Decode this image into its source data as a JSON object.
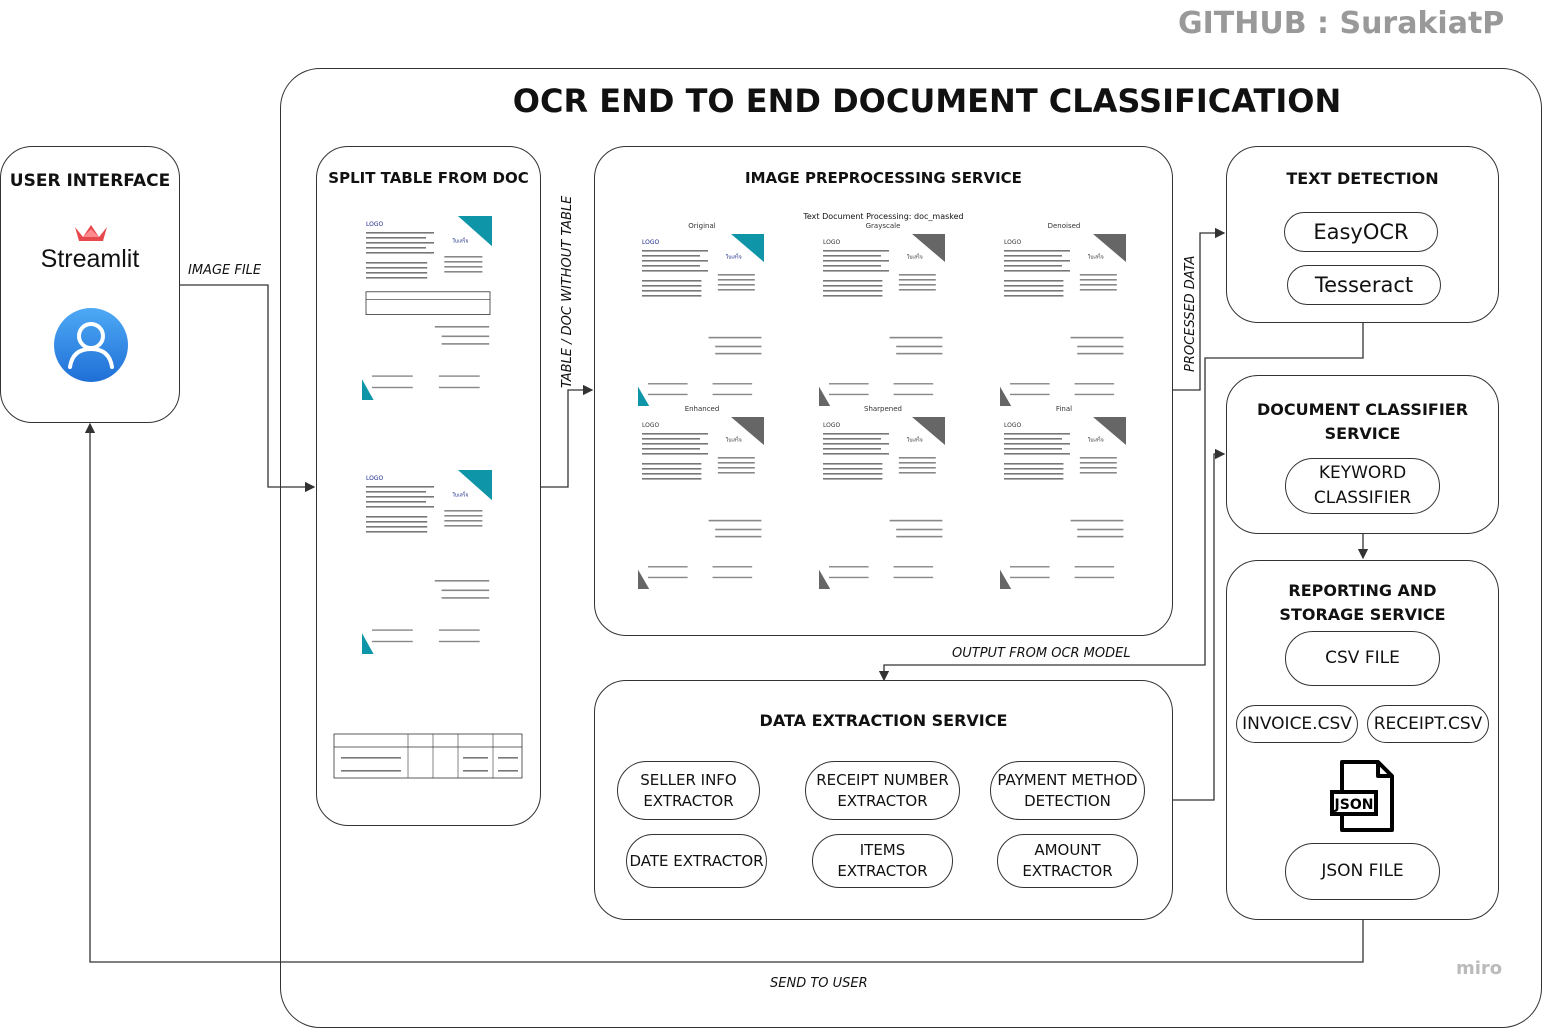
{
  "github_label": "GITHUB : SurakiatP",
  "main_title": "OCR END TO END DOCUMENT CLASSIFICATION",
  "watermark": "miro",
  "user_interface": {
    "title": "USER INTERFACE",
    "app_name": "Streamlit",
    "icons": [
      "streamlit-crown-icon",
      "user-avatar-icon"
    ]
  },
  "split_table": {
    "title": "SPLIT TABLE FROM DOC",
    "doc_logo": "LOGO",
    "doc_brand": "ใบเสร็จ"
  },
  "preprocessing": {
    "title": "IMAGE PREPROCESSING SERVICE",
    "figure_title": "Text Document Processing: doc_masked",
    "panels": [
      "Original",
      "Grayscale",
      "Denoised",
      "Enhanced",
      "Sharpened",
      "Final"
    ],
    "doc_logo": "LOGO",
    "doc_brand": "ใบเสร็จ"
  },
  "text_detection": {
    "title": "TEXT DETECTION",
    "engines": [
      "EasyOCR",
      "Tesseract"
    ]
  },
  "classifier": {
    "title": "DOCUMENT CLASSIFIER\nSERVICE",
    "module": "KEYWORD\nCLASSIFIER"
  },
  "reporting": {
    "title": "REPORTING AND\nSTORAGE SERVICE",
    "csv": "CSV FILE",
    "invoice_csv": "INVOICE.CSV",
    "receipt_csv": "RECEIPT.CSV",
    "json_icon_text": "JSON",
    "json": "JSON FILE"
  },
  "extraction": {
    "title": "DATA EXTRACTION SERVICE",
    "extractors": [
      "SELLER INFO\nEXTRACTOR",
      "RECEIPT NUMBER\nEXTRACTOR",
      "PAYMENT METHOD\nDETECTION",
      "DATE EXTRACTOR",
      "ITEMS\nEXTRACTOR",
      "AMOUNT\nEXTRACTOR"
    ]
  },
  "edge_labels": {
    "image_file": "IMAGE FILE",
    "table_doc": "TABLE / DOC WITHOUT TABLE",
    "processed_data": "PROCESSED DATA",
    "output_ocr": "OUTPUT FROM OCR MODEL",
    "send_to_user": "SEND TO USER"
  }
}
